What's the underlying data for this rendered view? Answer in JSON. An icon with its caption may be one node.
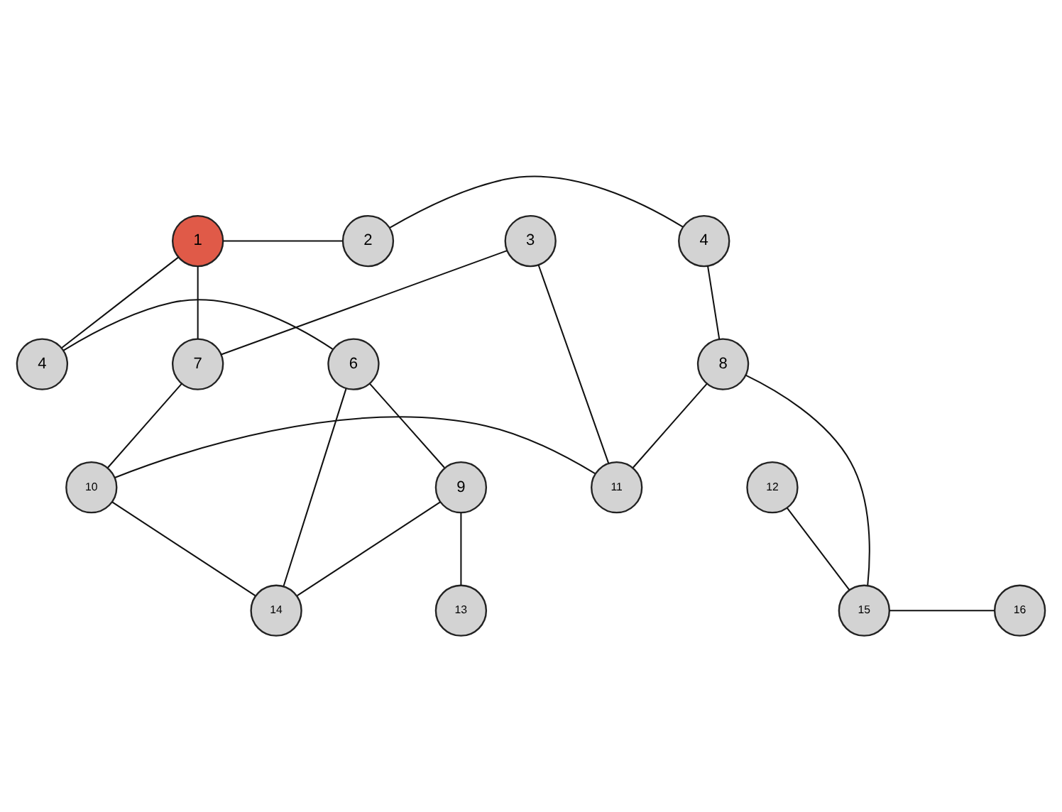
{
  "diagram": {
    "nodes": [
      {
        "text": [
          "1"
        ]
      },
      {
        "text": [
          "2"
        ]
      },
      {
        "text": [
          "3"
        ]
      },
      {
        "text": [
          "4"
        ]
      },
      {
        "text": [
          "4"
        ]
      },
      {
        "text": [
          "6"
        ]
      },
      {
        "text": [
          "7"
        ]
      },
      {
        "text": [
          "8"
        ]
      },
      {
        "text": [
          "9"
        ]
      },
      {
        "text": [
          "10"
        ]
      },
      {
        "text": [
          "11"
        ]
      },
      {
        "text": [
          "12"
        ]
      },
      {
        "text": [
          "13"
        ]
      },
      {
        "text": [
          "14"
        ]
      },
      {
        "text": [
          "15"
        ]
      },
      {
        "text": [
          "16"
        ]
      }
    ],
    "edges": [
      {
        "from": 0,
        "to": 1,
        "arrow": "none"
      },
      {
        "from": 1,
        "to": 3,
        "arrow": "none"
      },
      {
        "from": 0,
        "to": 4,
        "arrow": "none"
      },
      {
        "from": 0,
        "to": 6,
        "arrow": "none"
      },
      {
        "from": 2,
        "to": 6,
        "arrow": "none"
      },
      {
        "from": 2,
        "to": 10,
        "arrow": "none"
      },
      {
        "from": 3,
        "to": 7,
        "arrow": "none"
      },
      {
        "from": 4,
        "to": 5,
        "arrow": "none"
      },
      {
        "from": 5,
        "to": 8,
        "arrow": "none"
      },
      {
        "from": 5,
        "to": 13,
        "arrow": "none"
      },
      {
        "from": 6,
        "to": 9,
        "arrow": "none"
      },
      {
        "from": 9,
        "to": 10,
        "arrow": "none"
      },
      {
        "from": 9,
        "to": 13,
        "arrow": "none"
      },
      {
        "from": 7,
        "to": 10,
        "arrow": "none"
      },
      {
        "from": 7,
        "to": 14,
        "arrow": "none"
      },
      {
        "from": 8,
        "to": 12,
        "arrow": "none"
      },
      {
        "from": 8,
        "to": 13,
        "arrow": "none"
      },
      {
        "from": 11,
        "to": 14,
        "arrow": "none"
      },
      {
        "from": 14,
        "to": 15,
        "arrow": "none"
      }
    ]
  }
}
